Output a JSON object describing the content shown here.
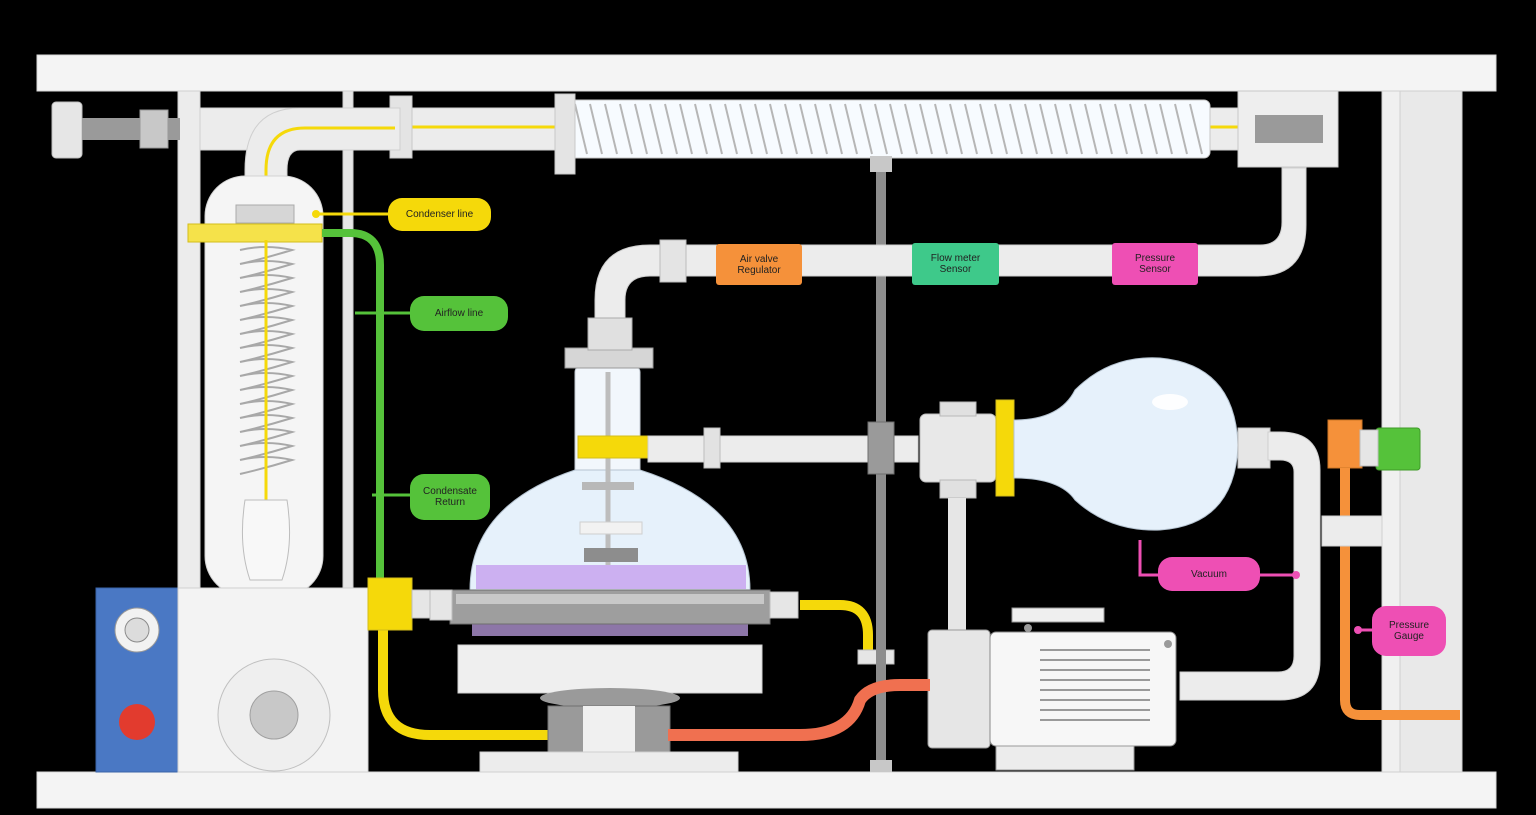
{
  "diagram": {
    "labels": {
      "yellow_tag": "Condenser line",
      "green_top": "Airflow line",
      "green_mid": "Condensate\nReturn",
      "orange_valve": "Air valve\nRegulator",
      "green_valve": "Flow meter\nSensor",
      "pink_valve": "Pressure\nSensor",
      "pink_mid": "Vacuum",
      "pink_right": "Pressure\nGauge"
    },
    "colors": {
      "background": "#000000",
      "frame": "#f2f2f2",
      "pipe": "#e8e8e8",
      "yellow": "#f5d90a",
      "green": "#55c23a",
      "orange": "#f5913a",
      "teal": "#3ec98a",
      "pink": "#ee4fb4",
      "red_line": "#f07050",
      "blue_panel": "#4a78c4",
      "purple_liquid": "#c9a8f0",
      "glass": "#e6f1fb"
    }
  }
}
